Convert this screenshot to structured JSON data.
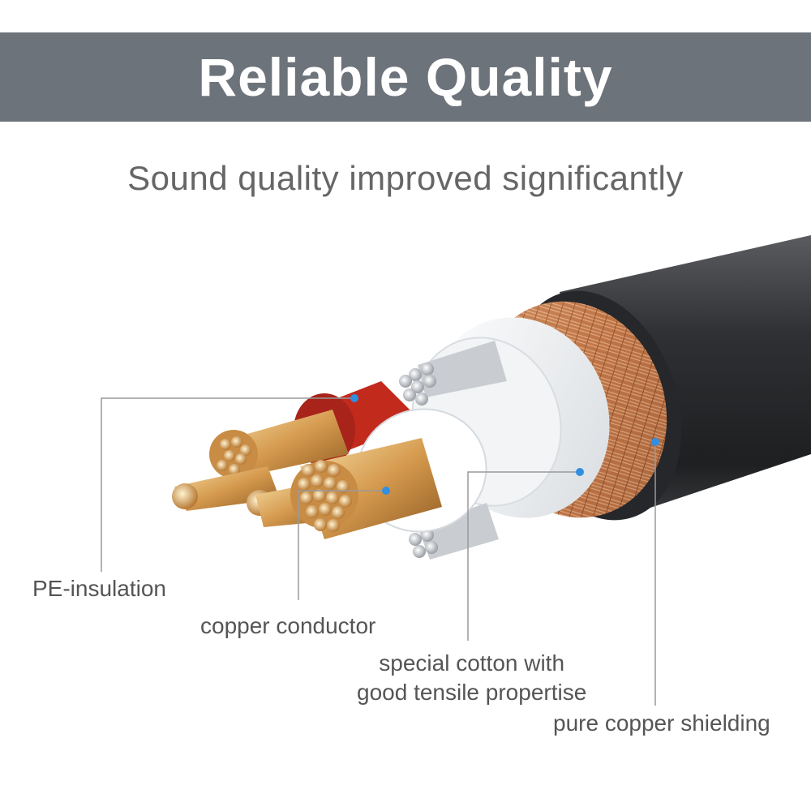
{
  "title": "Reliable Quality",
  "subtitle": "Sound quality improved significantly",
  "colors": {
    "banner_bg": "#6d737a",
    "title_text": "#ffffff",
    "label_text": "#555555",
    "callout_dot": "#2f8fe0",
    "jacket": "#2e2f31",
    "copper": "#d7a45a",
    "red_insulation": "#c22a1c"
  },
  "callouts": {
    "pe_insulation": "PE-insulation",
    "copper_conductor": "copper conductor",
    "cotton_line1": "special cotton with",
    "cotton_line2": "good tensile propertise",
    "shielding": "pure copper shielding"
  }
}
